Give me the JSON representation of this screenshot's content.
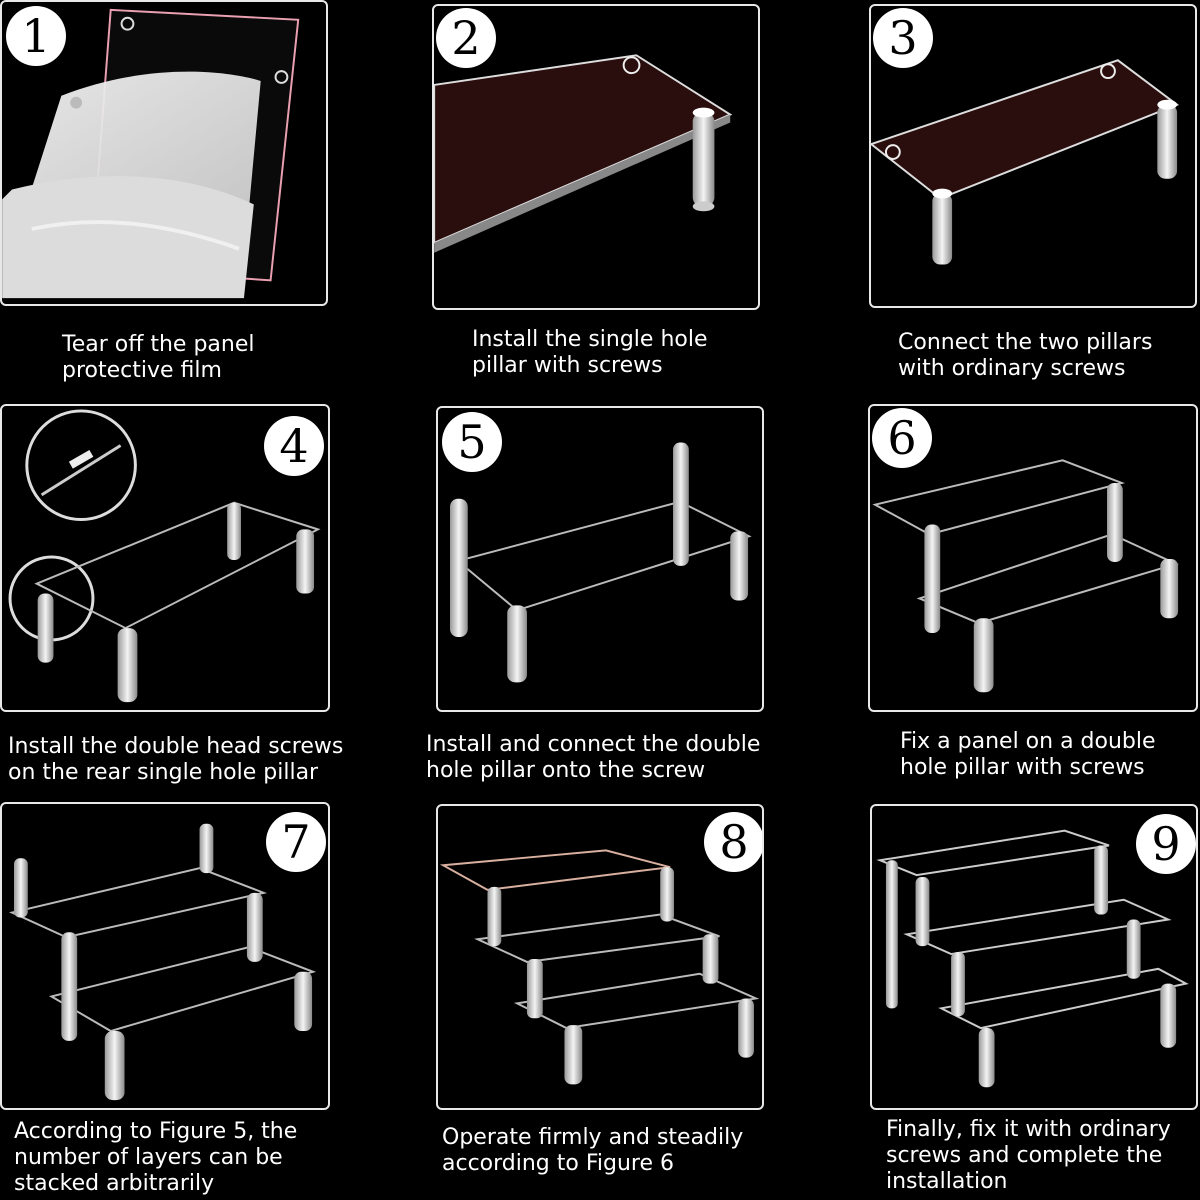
{
  "steps": [
    {
      "number": "1",
      "lines": [
        "Tear off the panel",
        "protective film"
      ]
    },
    {
      "number": "2",
      "lines": [
        "Install the single hole",
        "pillar with screws"
      ]
    },
    {
      "number": "3",
      "lines": [
        "Connect the two pillars",
        "with ordinary screws"
      ]
    },
    {
      "number": "4",
      "lines": [
        "Install the double head screws",
        "on the rear single hole pillar"
      ]
    },
    {
      "number": "5",
      "lines": [
        "Install and connect the double",
        "hole pillar onto the screw"
      ]
    },
    {
      "number": "6",
      "lines": [
        "Fix a panel on a double",
        "hole pillar with screws"
      ]
    },
    {
      "number": "7",
      "lines": [
        "According to Figure 5, the",
        "number of layers can be",
        "stacked arbitrarily"
      ]
    },
    {
      "number": "8",
      "lines": [
        "Operate firmly and steadily",
        "according to Figure 6"
      ]
    },
    {
      "number": "9",
      "lines": [
        "Finally, fix it with ordinary",
        "screws and complete the",
        "installation"
      ]
    }
  ]
}
